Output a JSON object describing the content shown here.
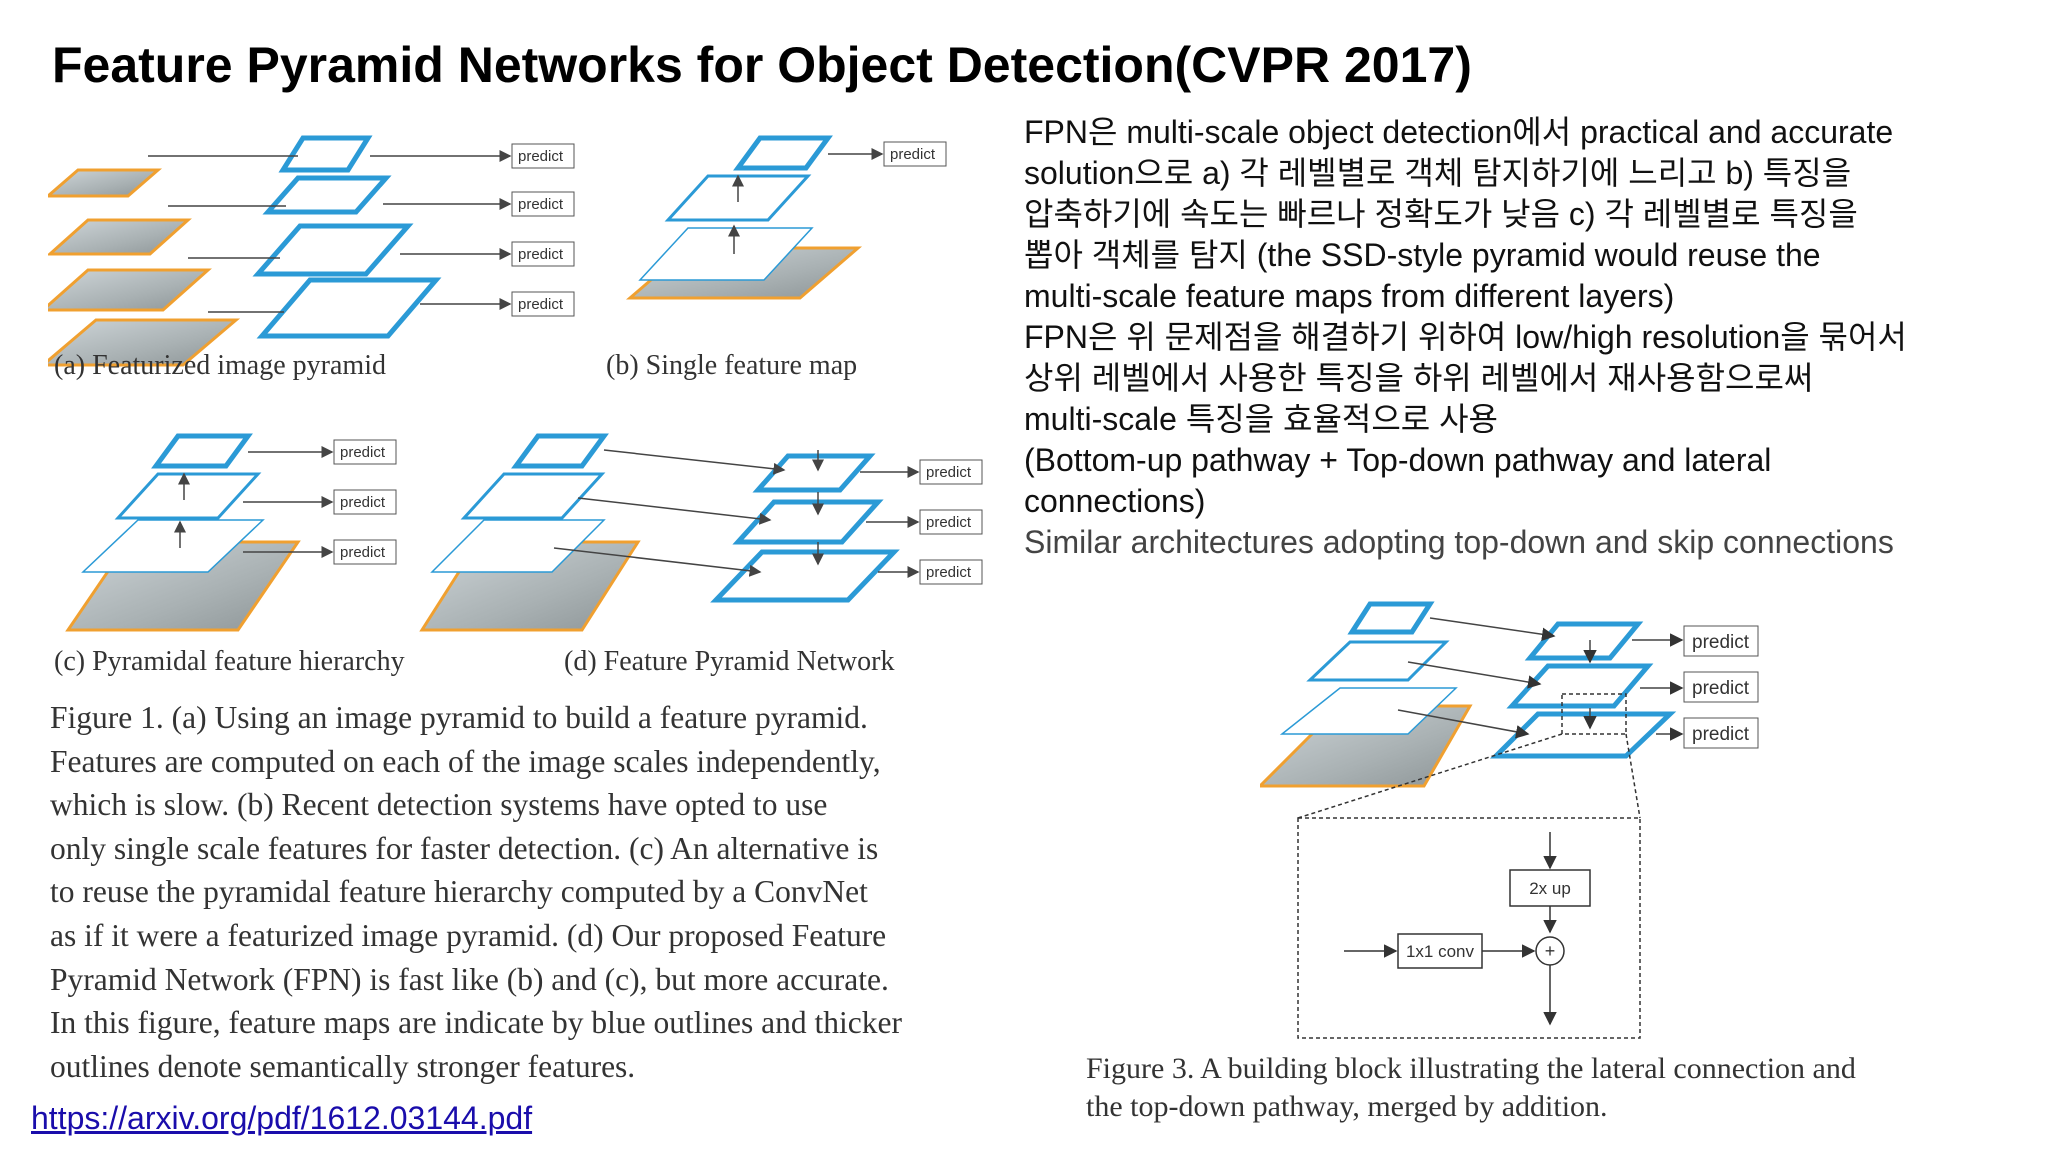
{
  "slide": {
    "title": "Feature Pyramid Networks for Object Detection(CVPR 2017)",
    "link": "https://arxiv.org/pdf/1612.03144.pdf"
  },
  "figure1": {
    "predict_label": "predict",
    "subcaptions": {
      "a": "(a) Featurized image pyramid",
      "b": "(b) Single feature map",
      "c": "(c) Pyramidal feature hierarchy",
      "d": "(d) Feature Pyramid Network"
    },
    "caption_lines": [
      "Figure 1. (a) Using an image pyramid to build a feature pyramid.",
      "Features are computed on each of the image scales independently,",
      "which is slow.   (b) Recent detection systems have opted to use",
      "only single scale features for faster detection. (c) An alternative is",
      "to reuse the pyramidal feature hierarchy computed by a ConvNet",
      "as if it were a featurized image pyramid. (d) Our proposed Feature",
      "Pyramid Network (FPN) is fast like (b) and (c), but more accurate.",
      "In this figure, feature maps are indicate by blue outlines and thicker",
      "outlines denote semantically stronger features."
    ]
  },
  "description_lines": [
    " FPN은 multi-scale object detection에서 practical and accurate",
    "solution으로 a) 각 레벨별로 객체 탐지하기에 느리고 b) 특징을",
    "압축하기에 속도는 빠르나 정확도가 낮음 c) 각 레벨별로 특징을",
    "뽑아 객체를 탐지 (the SSD-style pyramid would reuse the",
    "multi-scale feature maps from different layers)",
    "FPN은 위 문제점을 해결하기 위하여 low/high resolution을 묶어서",
    "상위 레벨에서 사용한 특징을 하위 레벨에서 재사용함으로써",
    "multi-scale 특징을 효율적으로 사용",
    "(Bottom-up pathway + Top-down pathway and lateral",
    "connections)"
  ],
  "description_last_line": "Similar architectures adopting top-down and skip connections",
  "figure3": {
    "predict_label": "predict",
    "upsample_label": "2x up",
    "conv_label": "1x1 conv",
    "plus_symbol": "+",
    "caption_lines": [
      "Figure 3. A building block illustrating the lateral connection and",
      "the top-down pathway, merged by addition."
    ]
  },
  "colors": {
    "feature_blue": "#2b9ad6",
    "image_orange": "#f0a030",
    "link_blue": "#1a0dab"
  }
}
